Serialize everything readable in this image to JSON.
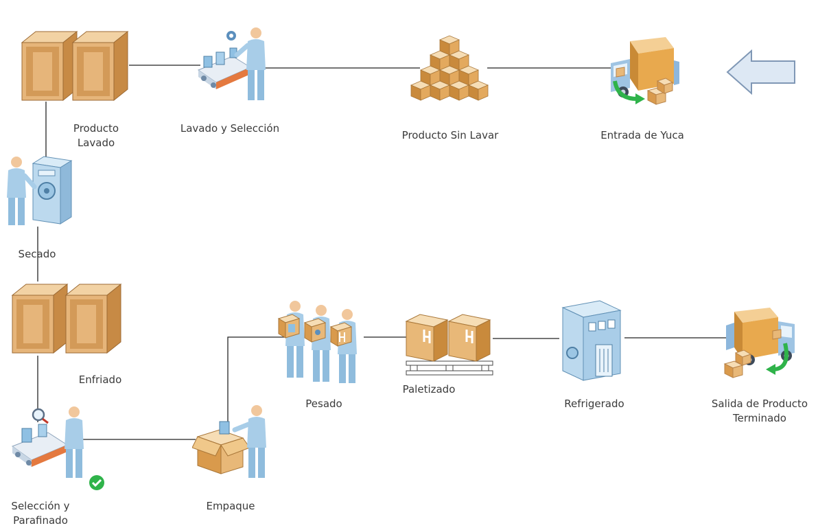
{
  "steps": [
    {
      "id": "entrada",
      "label": "Entrada de Yuca",
      "icon": "delivery-truck-icon"
    },
    {
      "id": "sin_lavar",
      "label": "Producto Sin Lavar",
      "icon": "box-stack-icon"
    },
    {
      "id": "lavado_seleccion",
      "label": "Lavado y Selección",
      "icon": "conveyor-worker-icon"
    },
    {
      "id": "producto_lavado",
      "label": "Producto\nLavado",
      "icon": "wooden-crates-icon"
    },
    {
      "id": "secado",
      "label": "Secado",
      "icon": "drying-machine-operator-icon"
    },
    {
      "id": "enfriado",
      "label": "Enfriado",
      "icon": "wooden-crates-icon"
    },
    {
      "id": "seleccion_parafinado",
      "label": "Selección y\nParafinado",
      "icon": "inspection-conveyor-icon"
    },
    {
      "id": "empaque",
      "label": "Empaque",
      "icon": "packing-worker-icon"
    },
    {
      "id": "pesado",
      "label": "Pesado",
      "icon": "weighing-workers-icon"
    },
    {
      "id": "paletizado",
      "label": "Paletizado",
      "icon": "pallet-boxes-icon"
    },
    {
      "id": "refrigerado",
      "label": "Refrigerado",
      "icon": "refrigeration-unit-icon"
    },
    {
      "id": "salida",
      "label": "Salida de Producto\nTerminado",
      "icon": "delivery-truck-icon"
    }
  ],
  "entry_arrow_icon": "left-arrow-icon",
  "check_icon": "green-check-icon",
  "colors": {
    "box": "#e8b878",
    "box_dark": "#b9844a",
    "box_light": "#f6ddb5",
    "machine": "#bcd9ee",
    "machine_dark": "#6f9fc2",
    "person": "#a8cde8",
    "truck_cab": "#9fc4e3",
    "arrow_fill": "#dde8f4",
    "arrow_stroke": "#7f97b5",
    "green": "#2fb34a",
    "line": "#222222"
  }
}
